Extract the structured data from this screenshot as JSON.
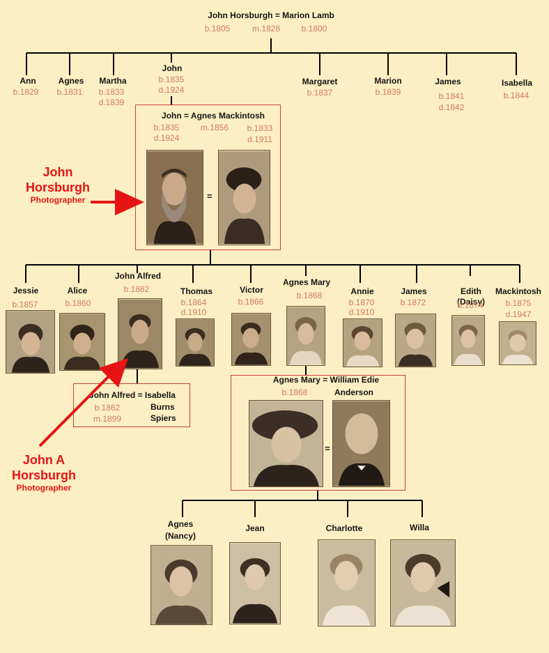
{
  "root": {
    "couple": "John Horsburgh = Marion Lamb",
    "born_him": "b.1805",
    "married": "m.1828",
    "born_her": "b.1800"
  },
  "gen1": [
    {
      "name": "Ann",
      "d1": "b.1829"
    },
    {
      "name": "Agnes",
      "d1": "b.1831"
    },
    {
      "name": "Martha",
      "d1": "b.1833",
      "d2": "d.1839"
    },
    {
      "name": "John",
      "d1": "b.1835",
      "d2": "d.1924"
    },
    {
      "name": "Margaret",
      "d1": "b.1837"
    },
    {
      "name": "Marion",
      "d1": "b.1839"
    },
    {
      "name": "James",
      "d1": "b.1841",
      "d2": "d.1842"
    },
    {
      "name": "Isabella",
      "d1": "b.1844"
    }
  ],
  "john_box": {
    "couple": "John = Agnes Mackintosh",
    "him_b": "b.1835",
    "him_d": "d.1924",
    "married": "m.1856",
    "her_b": "b.1833",
    "her_d": "d.1911",
    "equals": "="
  },
  "callout1": {
    "line1": "John",
    "line2": "Horsburgh",
    "line3": "Photographer"
  },
  "gen2": [
    {
      "name": "Jessie",
      "d1": "b.1857"
    },
    {
      "name": "Alice",
      "d1": "b.1860"
    },
    {
      "name": "John Alfred",
      "d1": "b.1862"
    },
    {
      "name": "Thomas",
      "d1": "b.1864",
      "d2": "d.1910"
    },
    {
      "name": "Victor",
      "d1": "b.1866"
    },
    {
      "name": "Agnes Mary",
      "d1": "b.1868"
    },
    {
      "name": "Annie",
      "d1": "b.1870",
      "d2": "d.1910"
    },
    {
      "name": "James",
      "d1": "b.1872"
    },
    {
      "name": "Edith",
      "name2": "(Daisy)",
      "d1": "b.1874"
    },
    {
      "name": "Mackintosh",
      "d1": "b.1875",
      "d2": "d.1947"
    }
  ],
  "alfred_box": {
    "couple": "John Alfred = Isabella",
    "born": "b.1862",
    "married": "m.1899",
    "spouse_l2": "Burns",
    "spouse_l3": "Spiers"
  },
  "callout2": {
    "line1": "John A",
    "line2": "Horsburgh",
    "line3": "Photographer"
  },
  "agnes_box": {
    "couple": "Agnes Mary = William Edie",
    "born": "b.1868",
    "spouse_l2": "Anderson",
    "equals": "="
  },
  "gen3": [
    {
      "name": "Agnes",
      "name2": "(Nancy)"
    },
    {
      "name": "Jean"
    },
    {
      "name": "Charlotte"
    },
    {
      "name": "Willa"
    }
  ],
  "colors": {
    "background": "#fdefc4",
    "name_text": "#141414",
    "date_text": "#d07a5c",
    "box_border": "#c8403a",
    "callout": "#e61414",
    "lines": "#000000"
  }
}
